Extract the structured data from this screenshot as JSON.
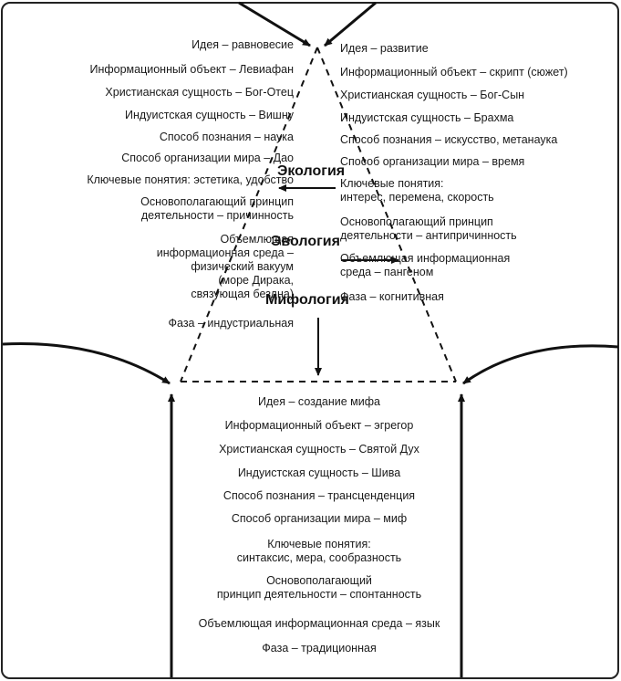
{
  "centers": {
    "ecology": "Экология",
    "evology": "Эвология",
    "mythology": "Мифология"
  },
  "left_list": [
    "Идея – равновесие",
    "Информационный объект – Левиафан",
    "Христианская сущность – Бог-Отец",
    "Индуистская сущность – Вишну",
    "Способ познания – наука",
    "Способ организации мира – Дао",
    "Ключевые понятия: эстетика, удобство",
    "Основополагающий принцип\nдеятельности – причинность",
    "Объемлющая\nинформационная среда –\nфизический вакуум\n(море Дирака,\nсвязующая бездна)",
    "Фаза – индустриальная"
  ],
  "right_list": [
    "Идея – развитие",
    "Информационный объект – скрипт (сюжет)",
    "Христианская сущность – Бог-Сын",
    "Индуистская сущность – Брахма",
    "Способ познания – искусство, метанаука",
    "Способ организации мира – время",
    "Ключевые понятия:\nинтерес, перемена, скорость",
    "Основополагающий принцип\nдеятельности – антипричинность",
    "Объемлющая информационная\nсреда – пангеном",
    "Фаза – когнитивная"
  ],
  "bottom_list": [
    "Идея – создание мифа",
    "Информационный объект – эгрегор",
    "Христианская сущность – Святой Дух",
    "Индуистская сущность – Шива",
    "Способ познания – трансценденция",
    "Способ организации мира – миф",
    "Ключевые понятия:\nсинтаксис, мера, сообразность",
    "Основополагающий\nпринцип деятельности – спонтанность",
    "Объемлющая информационная среда – язык",
    "Фаза – традиционная"
  ]
}
